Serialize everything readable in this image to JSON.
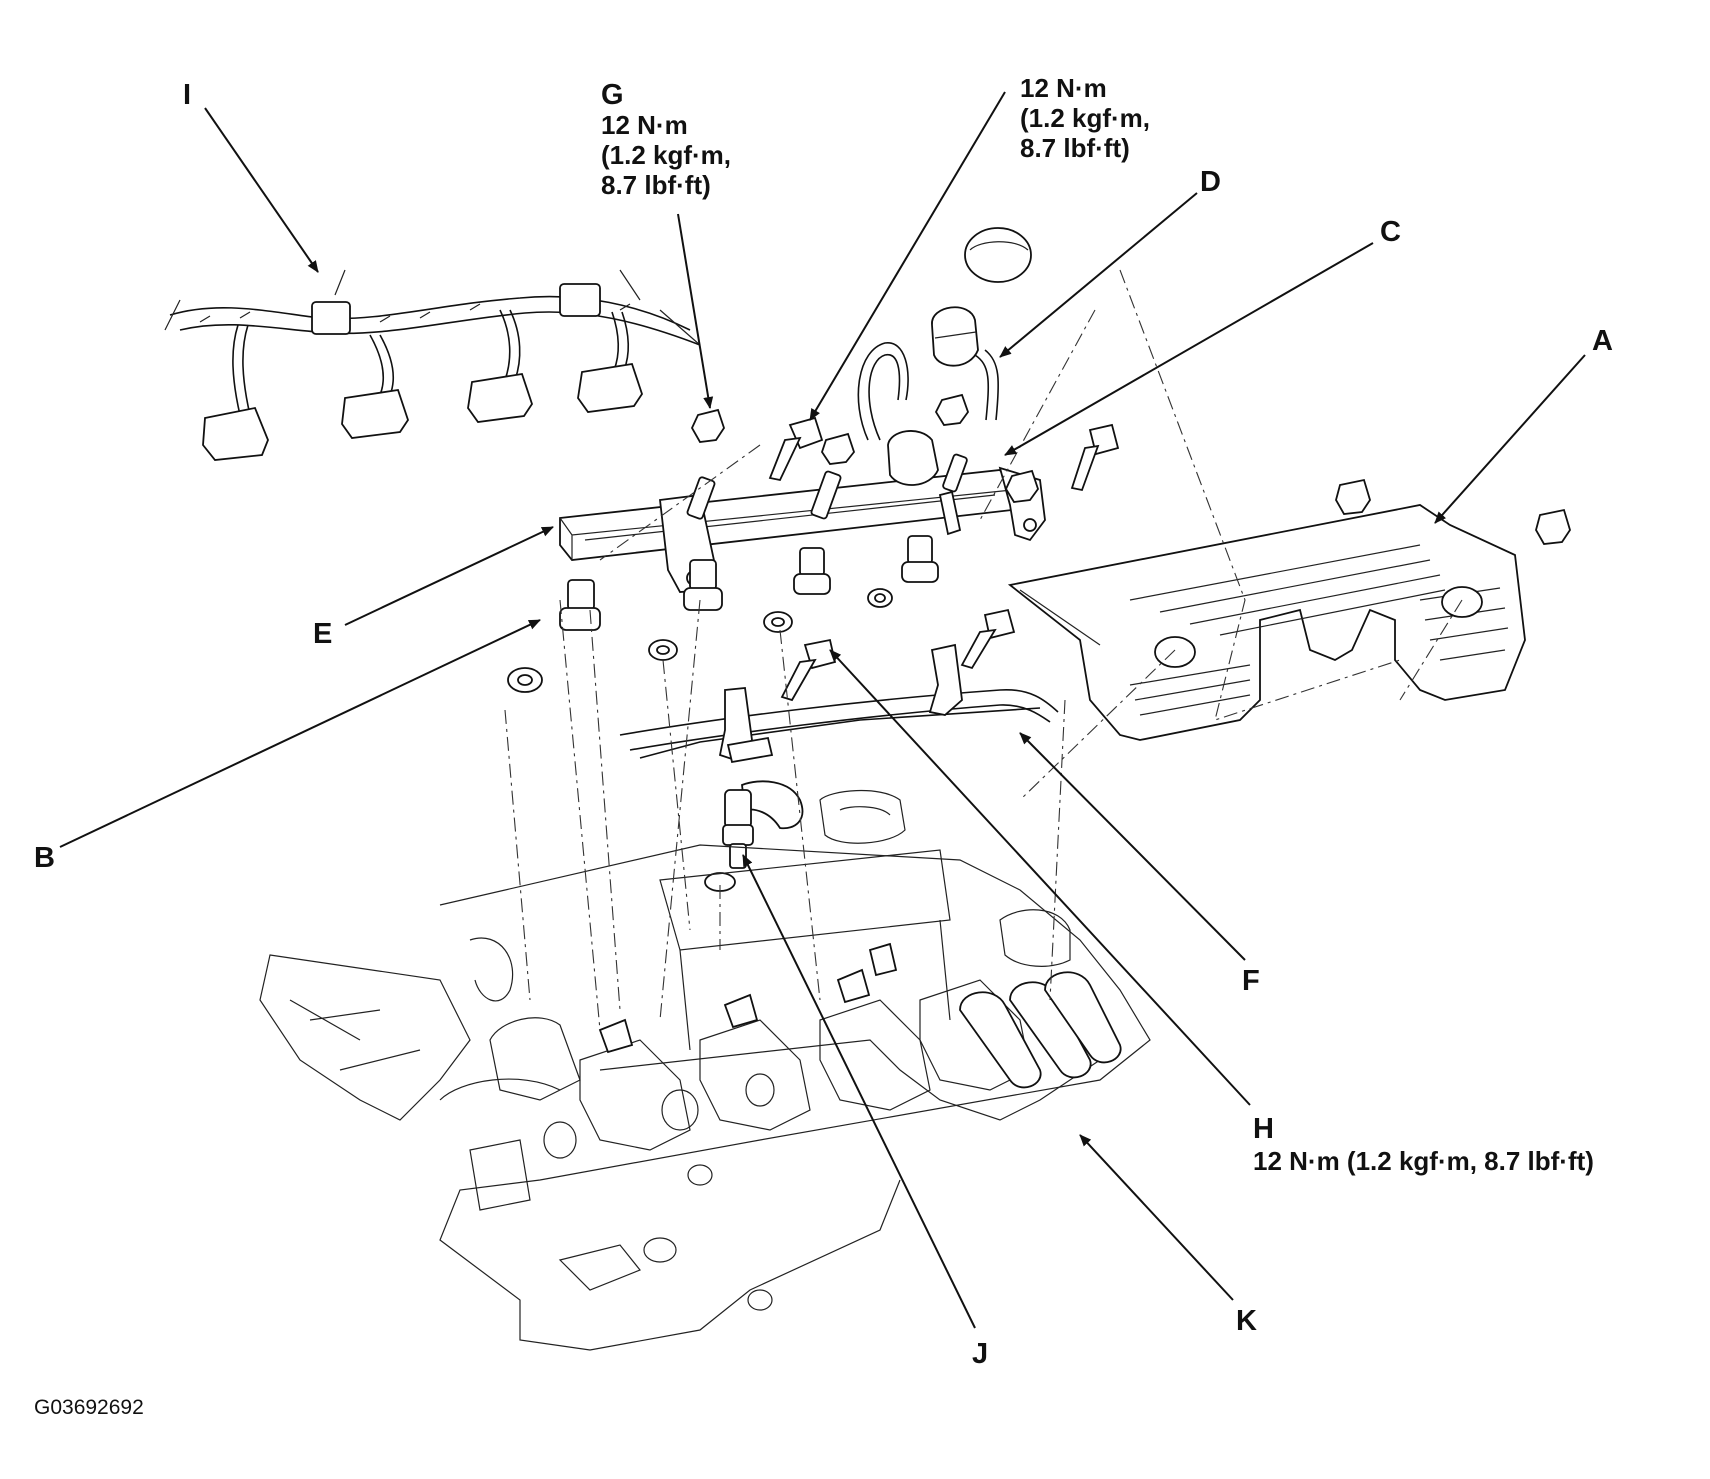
{
  "labels": {
    "A": "A",
    "B": "B",
    "C": "C",
    "D": "D",
    "E": "E",
    "F": "F",
    "G": "G",
    "H": "H",
    "I": "I",
    "J": "J",
    "K": "K"
  },
  "torque": {
    "g_line1": "12 N·m",
    "g_line2": "(1.2 kgf·m,",
    "g_line3": "8.7 lbf·ft)",
    "top_line1": "12 N·m",
    "top_line2": "(1.2 kgf·m,",
    "top_line3": "8.7 lbf·ft)",
    "h_line": "12 N·m (1.2 kgf·m, 8.7 lbf·ft)"
  },
  "figure_code": "G03692692"
}
